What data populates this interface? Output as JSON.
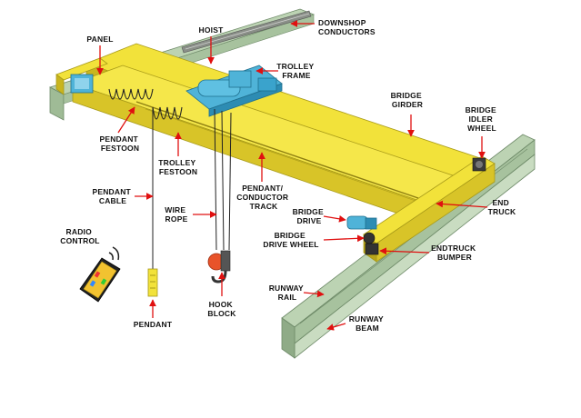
{
  "labels": {
    "downshop_conductors": [
      "DOWNSHOP",
      "CONDUCTORS"
    ],
    "hoist": [
      "HOIST"
    ],
    "panel": [
      "PANEL"
    ],
    "trolley_frame": [
      "TROLLEY",
      "FRAME"
    ],
    "bridge_girder": [
      "BRIDGE",
      "GIRDER"
    ],
    "bridge_idler_wheel": [
      "BRIDGE",
      "IDLER",
      "WHEEL"
    ],
    "pendant_festoon": [
      "PENDANT",
      "FESTOON"
    ],
    "trolley_festoon": [
      "TROLLEY",
      "FESTOON"
    ],
    "pendant_cable": [
      "PENDANT",
      "CABLE"
    ],
    "pendant_conductor_track": [
      "PENDANT/",
      "CONDUCTOR",
      "TRACK"
    ],
    "end_truck": [
      "END",
      "TRUCK"
    ],
    "wire_rope": [
      "WIRE",
      "ROPE"
    ],
    "bridge_drive": [
      "BRIDGE",
      "DRIVE"
    ],
    "bridge_drive_wheel": [
      "BRIDGE",
      "DRIVE WHEEL"
    ],
    "radio_control": [
      "RADIO",
      "CONTROL"
    ],
    "endtruck_bumper": [
      "ENDTRUCK",
      "BUMPER"
    ],
    "runway_rail": [
      "RUNWAY",
      "RAIL"
    ],
    "hook_block": [
      "HOOK",
      "BLOCK"
    ],
    "runway_beam": [
      "RUNWAY",
      "BEAM"
    ],
    "pendant": [
      "PENDANT"
    ]
  },
  "colors": {
    "crane_yellow": "#f2e23a",
    "crane_yellow_dark": "#c9b51e",
    "runway_green": "#bcd3b3",
    "runway_green_dark": "#7f9a77",
    "hoist_blue": "#4fb3d8",
    "arrow_red": "#e01010",
    "hook_orange": "#e8532a"
  }
}
